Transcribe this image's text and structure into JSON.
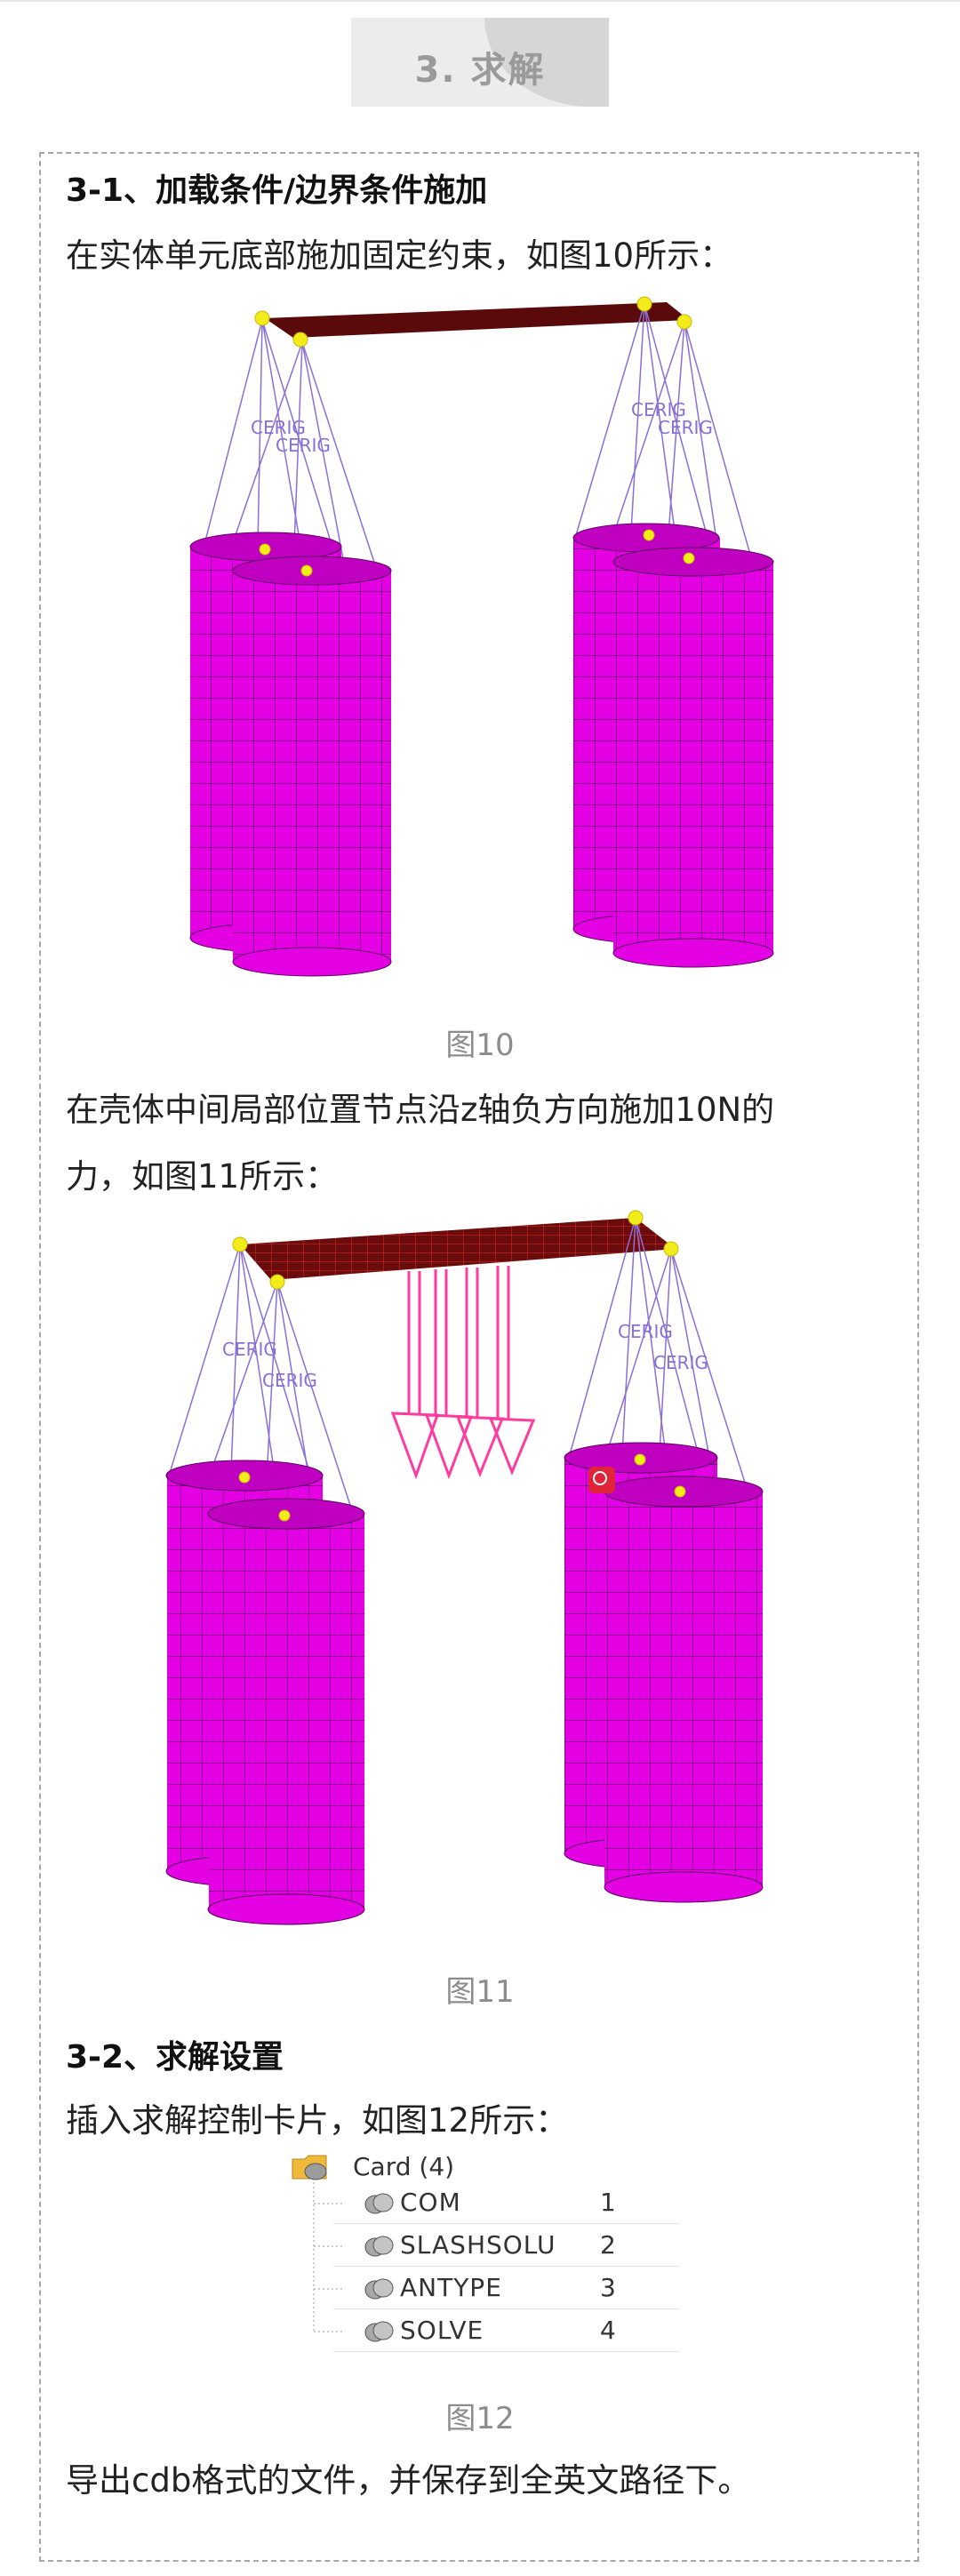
{
  "section": {
    "title": "3. 求解"
  },
  "sub1": {
    "heading": "3-1、加载条件/边界条件施加",
    "p1": "在实体单元底部施加固定约束，如图10所示：",
    "fig10_caption": "图10",
    "p2_line1": "在壳体中间局部位置节点沿z轴负方向施加10N的",
    "p2_line2": "力，如图11所示：",
    "fig11_caption": "图11",
    "rigid_label": "CERIG"
  },
  "sub2": {
    "heading": "3-2、求解设置",
    "p1": "插入求解控制卡片，如图12所示：",
    "card_root": "Card (4)",
    "card_items": [
      {
        "name": "COM",
        "index": "1"
      },
      {
        "name": "SLASHSOLU",
        "index": "2"
      },
      {
        "name": "ANTYPE",
        "index": "3"
      },
      {
        "name": "SOLVE",
        "index": "4"
      }
    ],
    "fig12_caption": "图12",
    "p2": "导出cdb格式的文件，并保存到全英文路径下。"
  },
  "colors": {
    "cylinder": "#e300e3",
    "plate": "#5a0a0a",
    "cerig": "#8a6fd6",
    "force": "#ff3c9e",
    "node": "#f3ec1b"
  }
}
